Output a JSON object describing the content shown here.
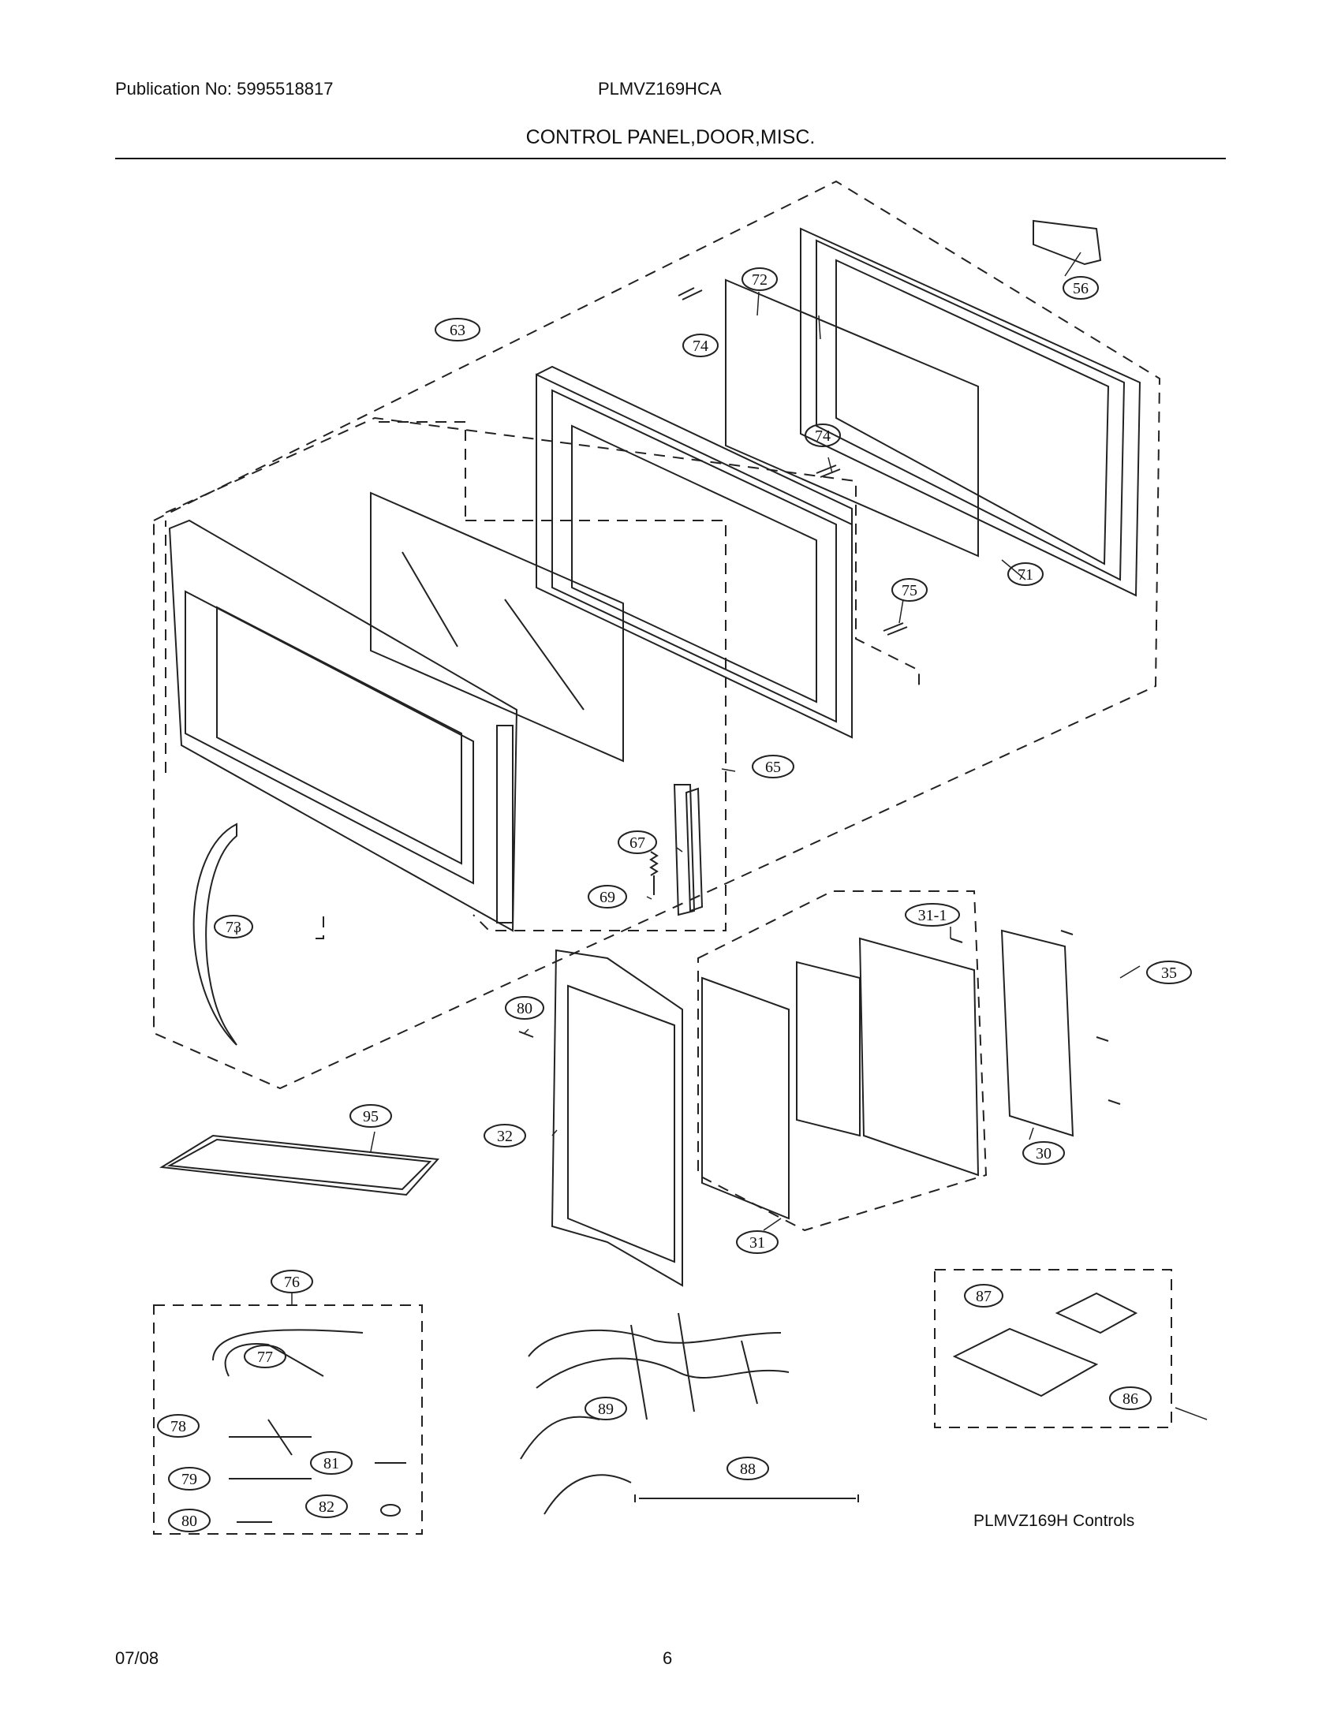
{
  "header": {
    "publication": "Publication No: 5995518817",
    "model": "PLMVZ169HCA",
    "section_title": "CONTROL PANEL,DOOR,MISC."
  },
  "callouts": [
    {
      "id": "56",
      "label": "56"
    },
    {
      "id": "63",
      "label": "63"
    },
    {
      "id": "72",
      "label": "72"
    },
    {
      "id": "74a",
      "label": "74"
    },
    {
      "id": "74b",
      "label": "74"
    },
    {
      "id": "71",
      "label": "71"
    },
    {
      "id": "75",
      "label": "75"
    },
    {
      "id": "65",
      "label": "65"
    },
    {
      "id": "67",
      "label": "67"
    },
    {
      "id": "69",
      "label": "69"
    },
    {
      "id": "73",
      "label": "73"
    },
    {
      "id": "31-1",
      "label": "31-1"
    },
    {
      "id": "35",
      "label": "35"
    },
    {
      "id": "80a",
      "label": "80"
    },
    {
      "id": "32",
      "label": "32"
    },
    {
      "id": "30",
      "label": "30"
    },
    {
      "id": "95",
      "label": "95"
    },
    {
      "id": "31",
      "label": "31"
    },
    {
      "id": "76",
      "label": "76"
    },
    {
      "id": "77",
      "label": "77"
    },
    {
      "id": "78",
      "label": "78"
    },
    {
      "id": "81",
      "label": "81"
    },
    {
      "id": "79",
      "label": "79"
    },
    {
      "id": "82",
      "label": "82"
    },
    {
      "id": "80b",
      "label": "80"
    },
    {
      "id": "89",
      "label": "89"
    },
    {
      "id": "88",
      "label": "88"
    },
    {
      "id": "87",
      "label": "87"
    },
    {
      "id": "86",
      "label": "86"
    }
  ],
  "caption": "PLMVZ169H Controls",
  "footer": {
    "date": "07/08",
    "page": "6"
  }
}
